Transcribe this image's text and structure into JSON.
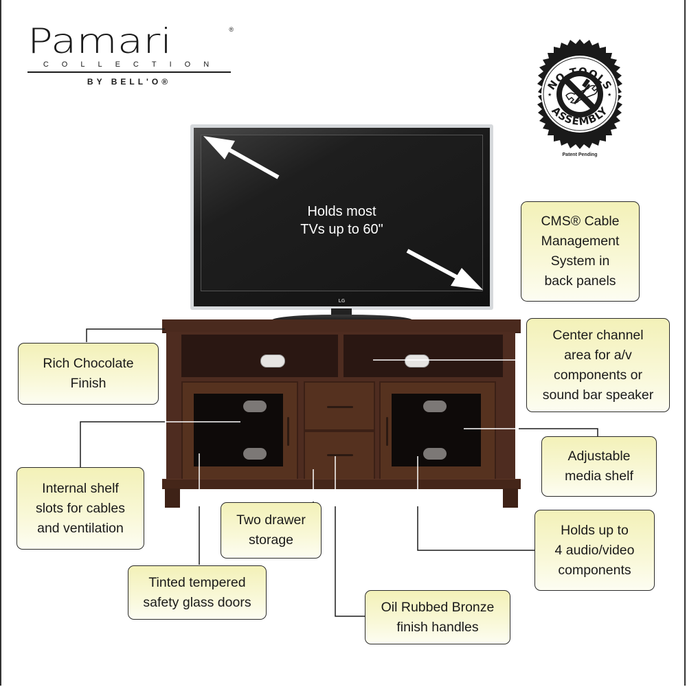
{
  "brand": {
    "logo_main": "Pamari",
    "logo_registered": "®",
    "logo_sub": "COLLECTION",
    "logo_by": "BY BELL'O®"
  },
  "badge": {
    "top_text": "NO TOOLS",
    "bottom_text": "ASSEMBLY",
    "note": "Patent Pending",
    "icon": "no-tools-prohibition-icon"
  },
  "tv": {
    "caption": "Holds most\nTVs up to 60\"",
    "brand_mark": "LG"
  },
  "colors": {
    "callout_fill_top": "#f3f1b8",
    "callout_fill_bottom": "#fdfdf2",
    "callout_border": "#2a2a2a",
    "wood": "#4e2c20",
    "tv_frame": "#d6d9dc"
  },
  "callouts": {
    "cms": "CMS® Cable\nManagement\nSystem in\nback panels",
    "center_channel": "Center channel\narea for a/v\ncomponents or\nsound bar speaker",
    "finish": "Rich Chocolate\nFinish",
    "adjustable_shelf": "Adjustable\nmedia shelf",
    "internal_slots": "Internal shelf\nslots for cables\nand ventilation",
    "two_drawer": "Two drawer\nstorage",
    "holds_components": "Holds up to\n4 audio/video\ncomponents",
    "glass_doors": "Tinted tempered\nsafety glass doors",
    "handles": "Oil Rubbed Bronze\nfinish handles"
  }
}
